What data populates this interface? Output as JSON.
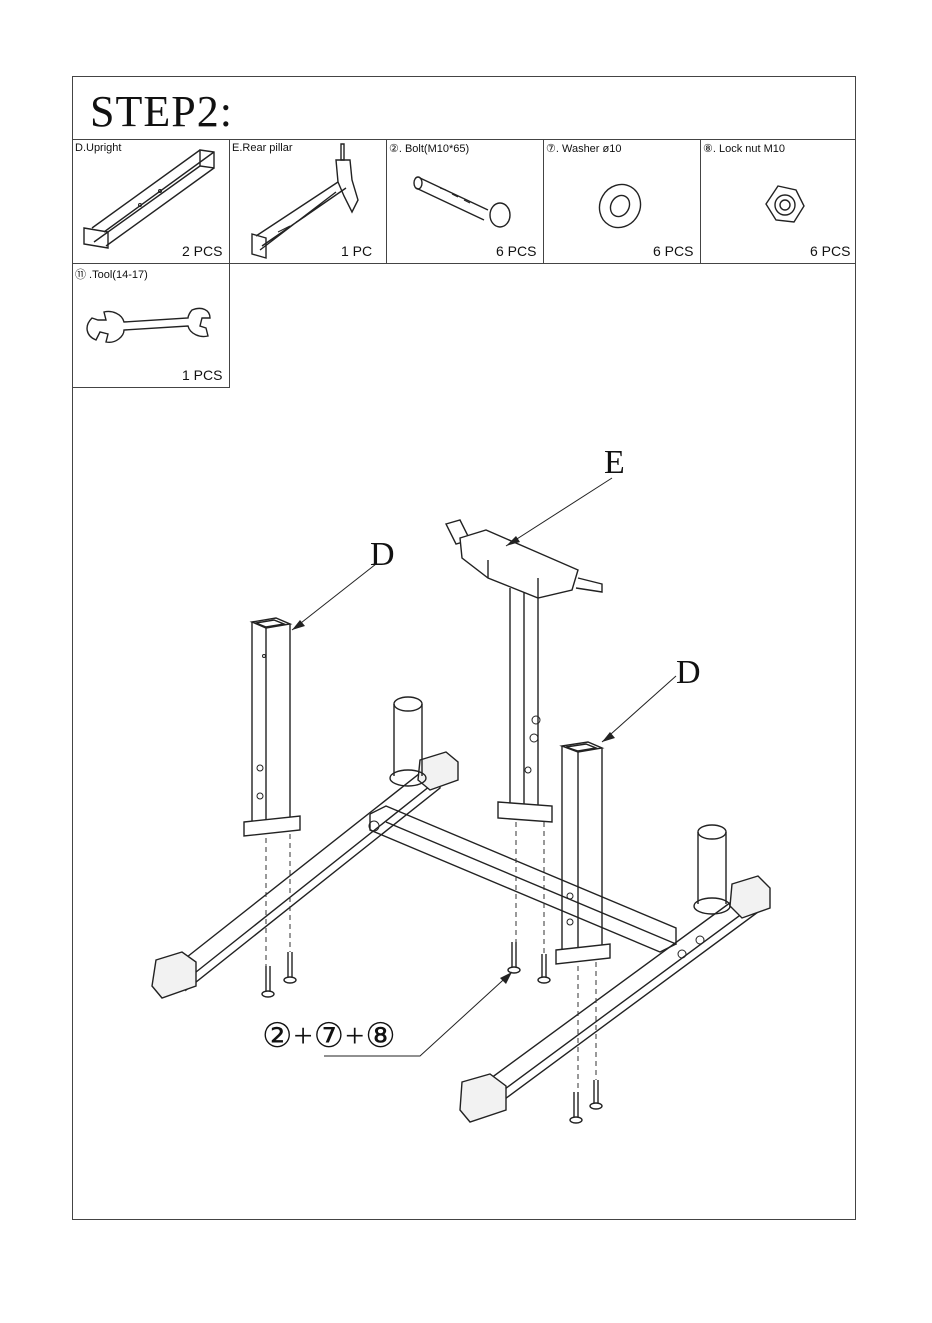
{
  "title": "STEP2:",
  "parts": [
    {
      "label": "D.Upright",
      "qty": "2 PCS"
    },
    {
      "label": "E.Rear pillar",
      "qty": "1 PC"
    },
    {
      "label": "②. Bolt(M10*65)",
      "qty": "6 PCS"
    },
    {
      "label": "⑦. Washer ø10",
      "qty": "6 PCS"
    },
    {
      "label": "⑧. Lock nut M10",
      "qty": "6 PCS"
    },
    {
      "label": "⑪ .Tool(14-17)",
      "qty": "1 PCS"
    }
  ],
  "callouts": {
    "e": "E",
    "d_left": "D",
    "d_right": "D",
    "hardware": "②+⑦+⑧"
  },
  "icons": [
    "upright-tube-icon",
    "rear-pillar-icon",
    "bolt-icon",
    "washer-icon",
    "lock-nut-icon",
    "wrench-icon"
  ]
}
